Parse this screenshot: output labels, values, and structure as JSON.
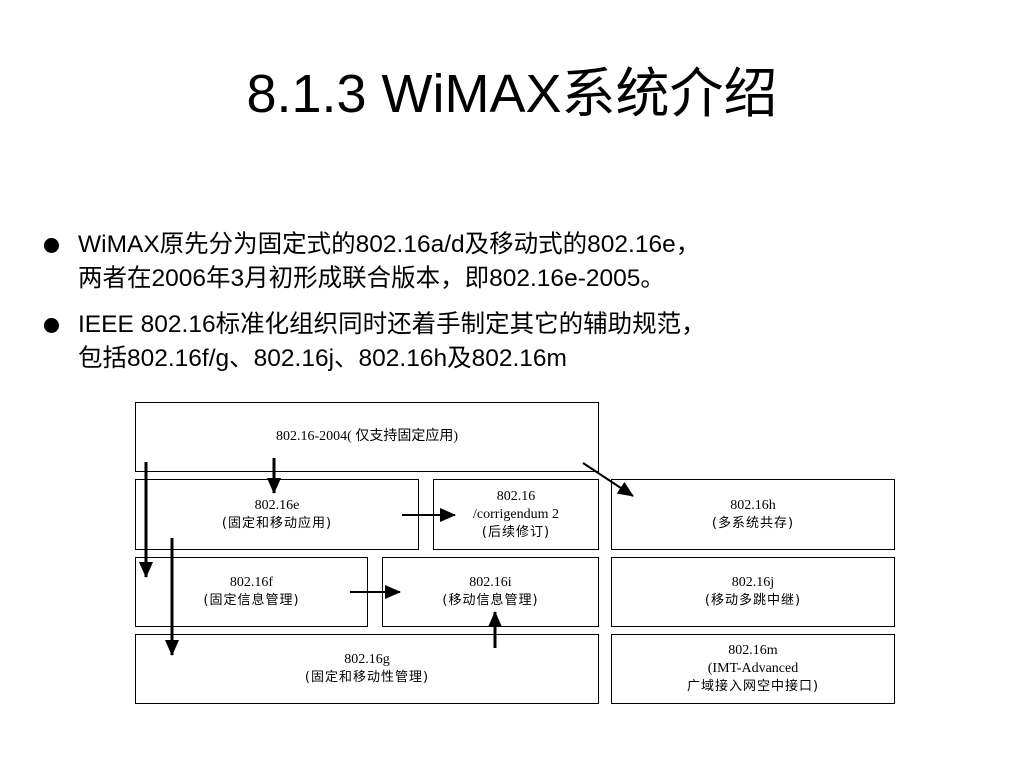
{
  "title": "8.1.3 WiMAX系统介绍",
  "bullets": [
    {
      "lines": [
        "WiMAX原先分为固定式的802.16a/d及移动式的802.16e，",
        "两者在2006年3月初形成联合版本，即802.16e-2005。"
      ]
    },
    {
      "lines": [
        "IEEE 802.16标准化组织同时还着手制定其它的辅助规范，",
        "包括802.16f/g、802.16j、802.16h及802.16m"
      ]
    }
  ],
  "diagram": {
    "base": {
      "line1": "802.16-2004( 仅支持固定应用)"
    },
    "e": {
      "line1": "802.16e",
      "line2": "(固定和移动应用)"
    },
    "cor2": {
      "line1": "802.16",
      "line2": "/corrigendum 2",
      "line3": "(后续修订)"
    },
    "h": {
      "line1": "802.16h",
      "line2": "(多系统共存)"
    },
    "f": {
      "line1": "802.16f",
      "line2": "(固定信息管理)"
    },
    "i": {
      "line1": "802.16i",
      "line2": "(移动信息管理)"
    },
    "j": {
      "line1": "802.16j",
      "line2": "(移动多跳中继)"
    },
    "g": {
      "line1": "802.16g",
      "line2": "(固定和移动性管理)"
    },
    "m": {
      "line1": "802.16m",
      "line2": "(IMT-Advanced",
      "line3": "广域接入网空中接口)"
    }
  }
}
